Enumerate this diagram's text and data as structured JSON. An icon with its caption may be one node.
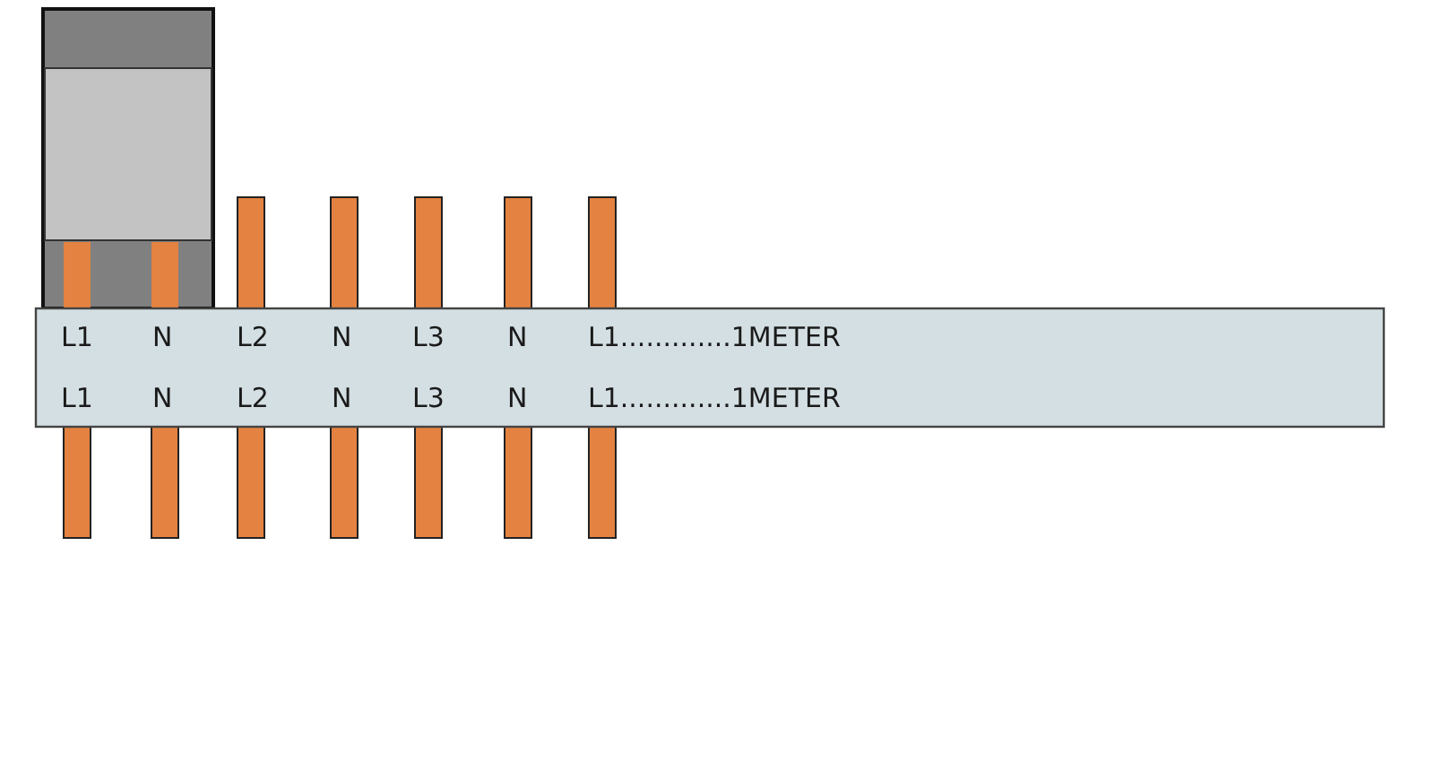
{
  "diagram": {
    "labels": [
      "L1",
      "N",
      "L2",
      "N",
      "L3",
      "N",
      "L1.............1METER",
      "L1",
      "N",
      "L2",
      "N",
      "L3",
      "N",
      "L1.............1METER"
    ]
  }
}
